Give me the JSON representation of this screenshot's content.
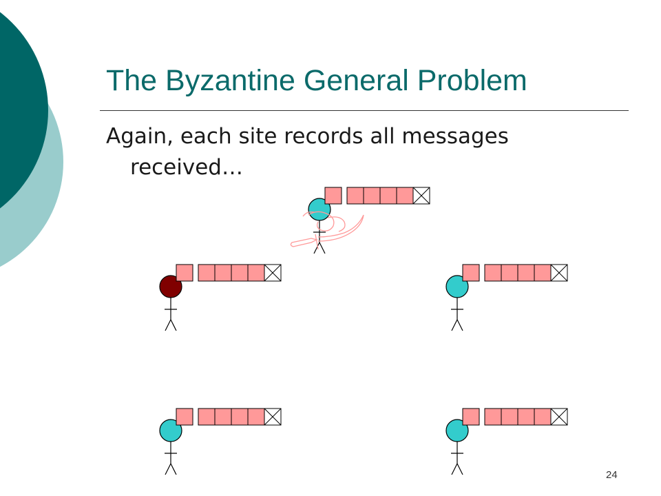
{
  "slide": {
    "title": "The Byzantine General Problem",
    "body_line1": "Again, each site records all messages",
    "body_line2": "received…",
    "page_number": "24"
  },
  "colors": {
    "title": "#0b6a6a",
    "deco_dark": "#006666",
    "deco_light": "#99cccc",
    "loyal_general": "#33cccc",
    "traitor_general": "#800000",
    "message_cell": "#ff9999",
    "sword": "#ff9999"
  },
  "diagram": {
    "sites": [
      {
        "id": "top",
        "role": "loyal",
        "cells_filled": 5,
        "icons": [
          "general-icon",
          "sword-icon"
        ]
      },
      {
        "id": "left",
        "role": "traitor",
        "cells_filled": 5,
        "icons": [
          "general-icon"
        ]
      },
      {
        "id": "right",
        "role": "loyal",
        "cells_filled": 5,
        "icons": [
          "general-icon"
        ]
      },
      {
        "id": "bottom-left",
        "role": "loyal",
        "cells_filled": 5,
        "icons": [
          "general-icon"
        ]
      },
      {
        "id": "bottom-right",
        "role": "loyal",
        "cells_filled": 5,
        "icons": [
          "general-icon"
        ]
      }
    ]
  }
}
